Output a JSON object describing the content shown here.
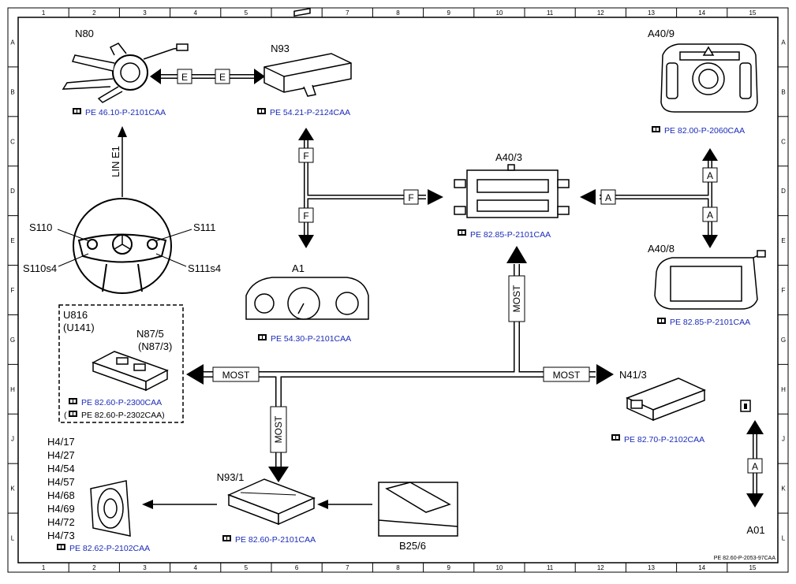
{
  "grid": {
    "columns": [
      "1",
      "2",
      "3",
      "4",
      "5",
      "6",
      "7",
      "8",
      "9",
      "10",
      "11",
      "12",
      "13",
      "14",
      "15"
    ],
    "rows": [
      "A",
      "B",
      "C",
      "D",
      "E",
      "F",
      "G",
      "H",
      "J",
      "K",
      "L"
    ]
  },
  "components": {
    "n80": {
      "label": "N80",
      "ref": "PE 46.10-P-2101CAA"
    },
    "n93": {
      "label": "N93",
      "ref": "PE 54.21-P-2124CAA"
    },
    "a40_9": {
      "label": "A40/9",
      "ref": "PE 82.00-P-2060CAA"
    },
    "a40_3": {
      "label": "A40/3",
      "ref": "PE 82.85-P-2101CAA"
    },
    "a40_8": {
      "label": "A40/8",
      "ref": "PE 82.85-P-2101CAA"
    },
    "a1": {
      "label": "A1",
      "ref": "PE 54.30-P-2101CAA"
    },
    "u816": {
      "label": "U816",
      "label2": "(U141)",
      "label3": "N87/5",
      "label4": "(N87/3)",
      "ref": "PE 82.60-P-2300CAA",
      "ref2": "PE 82.60-P-2302CAA)",
      "ref2_prefix": "("
    },
    "n41_3": {
      "label": "N41/3",
      "ref": "PE 82.70-P-2102CAA"
    },
    "n93_1": {
      "label": "N93/1",
      "ref": "PE 82.60-P-2101CAA"
    },
    "b25_6": {
      "label": "B25/6"
    },
    "speakers": {
      "labels": [
        "H4/17",
        "H4/27",
        "H4/54",
        "H4/57",
        "H4/68",
        "H4/69",
        "H4/72",
        "H4/73"
      ],
      "ref": "PE 82.62-P-2102CAA"
    },
    "wheel": {
      "s110": "S110",
      "s111": "S111",
      "s110s4": "S110s4",
      "s111s4": "S111s4"
    }
  },
  "buses": {
    "e": "E",
    "f": "F",
    "a": "A",
    "most": "MOST",
    "lin": "LIN E1"
  },
  "legend": {
    "label": "A01",
    "bus": "A",
    "info_icon": "info-icon"
  },
  "footer": {
    "doc_id": "PE 82.60-P-2053-97CAA"
  },
  "colors": {
    "ref_link": "#1a2bb8",
    "line": "#000000"
  }
}
